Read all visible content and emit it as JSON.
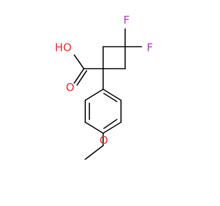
{
  "molecule": {
    "atoms": {
      "fluorine_top": {
        "symbol": "F",
        "color": "#b040c0"
      },
      "fluorine_right": {
        "symbol": "F",
        "color": "#b040c0"
      },
      "hydroxyl": {
        "symbol": "HO",
        "color": "#e03030"
      },
      "carbonyl_oxygen": {
        "symbol": "O",
        "color": "#e03030"
      },
      "methoxy_oxygen": {
        "symbol": "O",
        "color": "#e03030"
      }
    },
    "bond_color": "#000000"
  }
}
